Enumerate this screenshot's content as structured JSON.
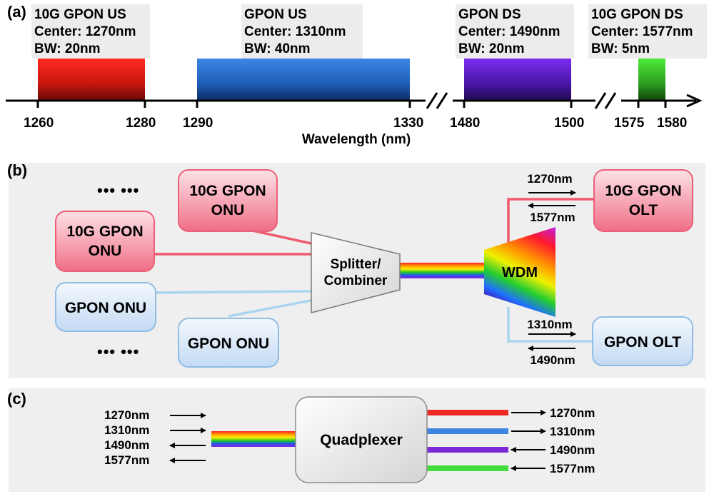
{
  "panel_a": {
    "label": "(a)",
    "bands": [
      {
        "name": "10G GPON US",
        "center": "Center: 1270nm",
        "bw": "BW: 20nm"
      },
      {
        "name": "GPON US",
        "center": "Center: 1310nm",
        "bw": "BW: 40nm"
      },
      {
        "name": "GPON DS",
        "center": "Center: 1490nm",
        "bw": "BW: 20nm"
      },
      {
        "name": "10G GPON DS",
        "center": "Center: 1577nm",
        "bw": "BW: 5nm"
      }
    ],
    "ticks": [
      "1260",
      "1280",
      "1290",
      "1330",
      "1480",
      "1500",
      "1575",
      "1580"
    ],
    "axis_label": "Wavelength (nm)",
    "colors": {
      "red": "#e0201e",
      "blue": "#2f7ad6",
      "violet": "#6d22d8",
      "green": "#38c82a"
    }
  },
  "panel_b": {
    "label": "(b)",
    "dots": "••• •••",
    "onu_10g_top": [
      "10G GPON",
      "ONU"
    ],
    "onu_10g_left": [
      "10G GPON",
      "ONU"
    ],
    "onu_gpon_left": "GPON ONU",
    "onu_gpon_bottom": "GPON ONU",
    "splitter": [
      "Splitter/",
      "Combiner"
    ],
    "wdm": "WDM",
    "olt_10g": [
      "10G GPON",
      "OLT"
    ],
    "olt_gpon": "GPON OLT",
    "wl_10g_up": "1270nm",
    "wl_10g_down": "1577nm",
    "wl_gpon_up": "1310nm",
    "wl_gpon_down": "1490nm"
  },
  "panel_c": {
    "label": "(c)",
    "device": "Quadplexer",
    "left_wavelengths": [
      "1270nm",
      "1310nm",
      "1490nm",
      "1577nm"
    ],
    "right_wavelengths": [
      "1270nm",
      "1310nm",
      "1490nm",
      "1577nm"
    ]
  }
}
